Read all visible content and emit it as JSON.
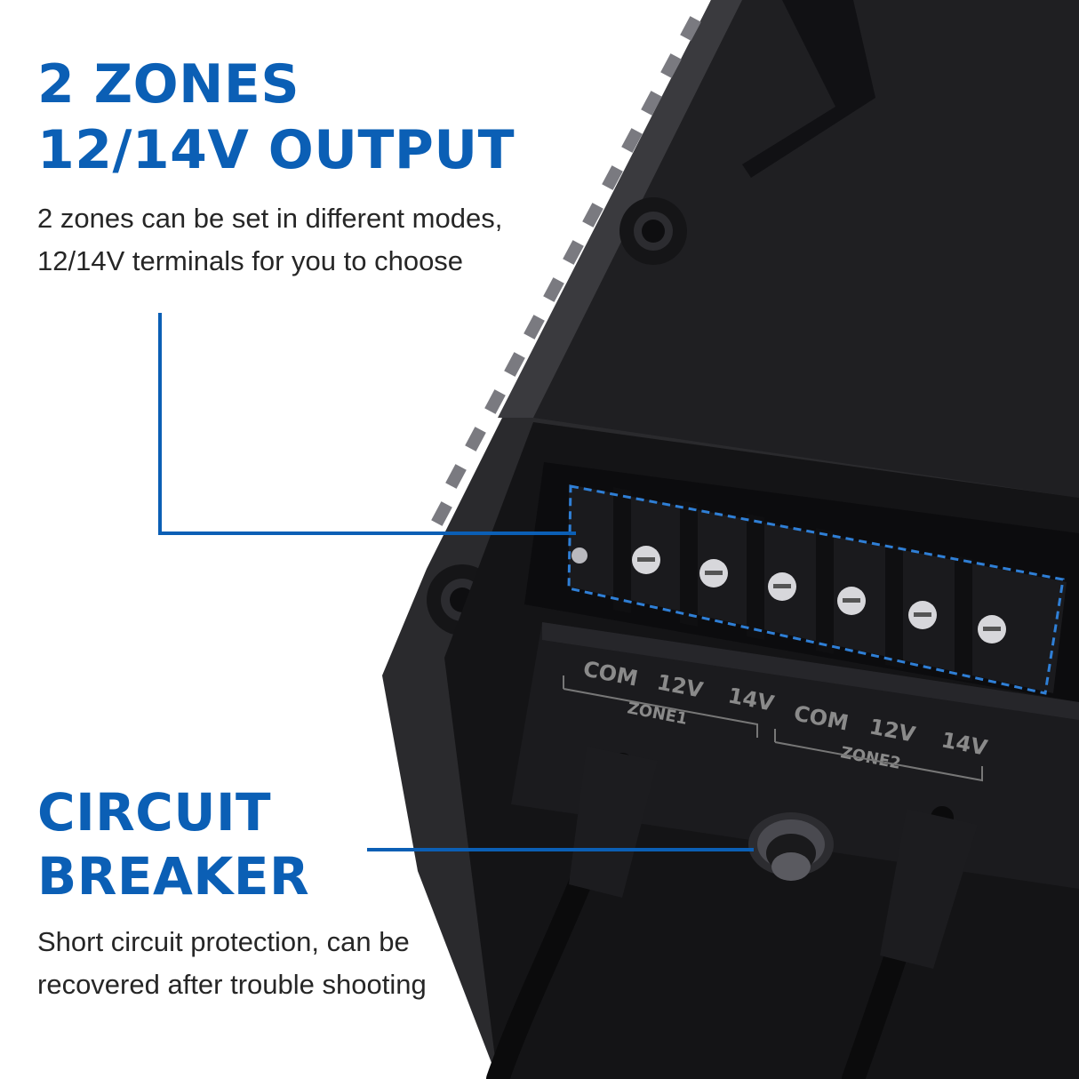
{
  "feature_terminals": {
    "title_line1": "2 ZONES",
    "title_line2": "12/14V OUTPUT",
    "desc_line1": "2 zones can be set in different modes,",
    "desc_line2": "12/14V terminals for you to choose"
  },
  "feature_breaker": {
    "title_line1": "CIRCUIT",
    "title_line2": "BREAKER",
    "desc_line1": "Short circuit protection, can be",
    "desc_line2": "recovered after trouble shooting"
  },
  "terminal_labels": {
    "zone1": [
      "COM",
      "12V",
      "14V"
    ],
    "zone1_name": "ZONE1",
    "zone2": [
      "COM",
      "12V",
      "14V"
    ],
    "zone2_name": "ZONE2"
  },
  "colors": {
    "accent_blue": "#0b5fb5",
    "product_black": "#1e1e20"
  }
}
